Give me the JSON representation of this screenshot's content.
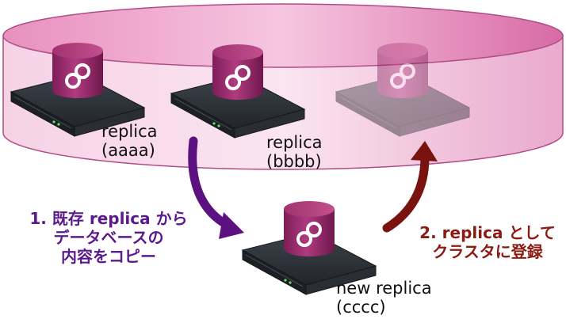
{
  "colors": {
    "cluster_fill": "#f3c3dd",
    "cluster_edge": "#b04c86",
    "db_color": "#9a2a6c",
    "server_body": "#2b2f35",
    "step1_text": "#5b1a8c",
    "step2_text": "#8a1a12",
    "arrow_copy": "#5b1180",
    "arrow_register": "#7a1310"
  },
  "nodes": [
    {
      "label": "replica",
      "id": "(aaaa)"
    },
    {
      "label": "replica",
      "id": "(bbbb)"
    },
    {
      "label": "new replica",
      "id": "(cccc)"
    }
  ],
  "steps": {
    "copy": {
      "line1": "1. 既存 replica から",
      "line2": "データベースの",
      "line3": "内容をコピー"
    },
    "register": {
      "line1": "2. replica として",
      "line2": "クラスタに登録"
    }
  }
}
